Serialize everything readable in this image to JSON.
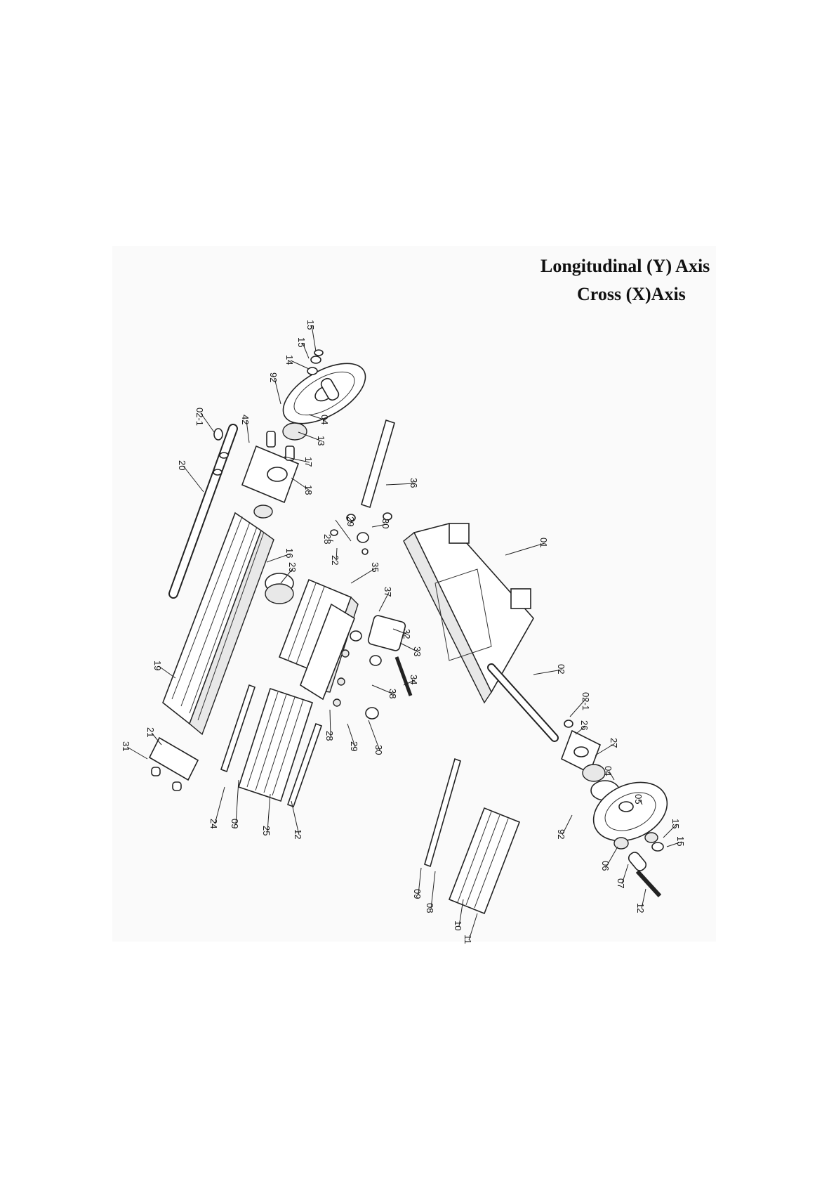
{
  "titles": {
    "line1": "Longitudinal (Y) Axis",
    "line2": "Cross  (X)Axis"
  },
  "callouts": [
    "15",
    "15",
    "14",
    "92",
    "02-1",
    "04",
    "13",
    "20",
    "42",
    "17",
    "18",
    "36",
    "29",
    "30",
    "28",
    "22",
    "01",
    "23",
    "16",
    "35",
    "37",
    "32",
    "33",
    "19",
    "02",
    "34",
    "38",
    "02-1",
    "26",
    "21",
    "28",
    "29",
    "30",
    "31",
    "27",
    "04",
    "05",
    "24",
    "09",
    "25",
    "12",
    "92",
    "15",
    "15",
    "06",
    "07",
    "12",
    "09",
    "08",
    "10",
    "11"
  ]
}
